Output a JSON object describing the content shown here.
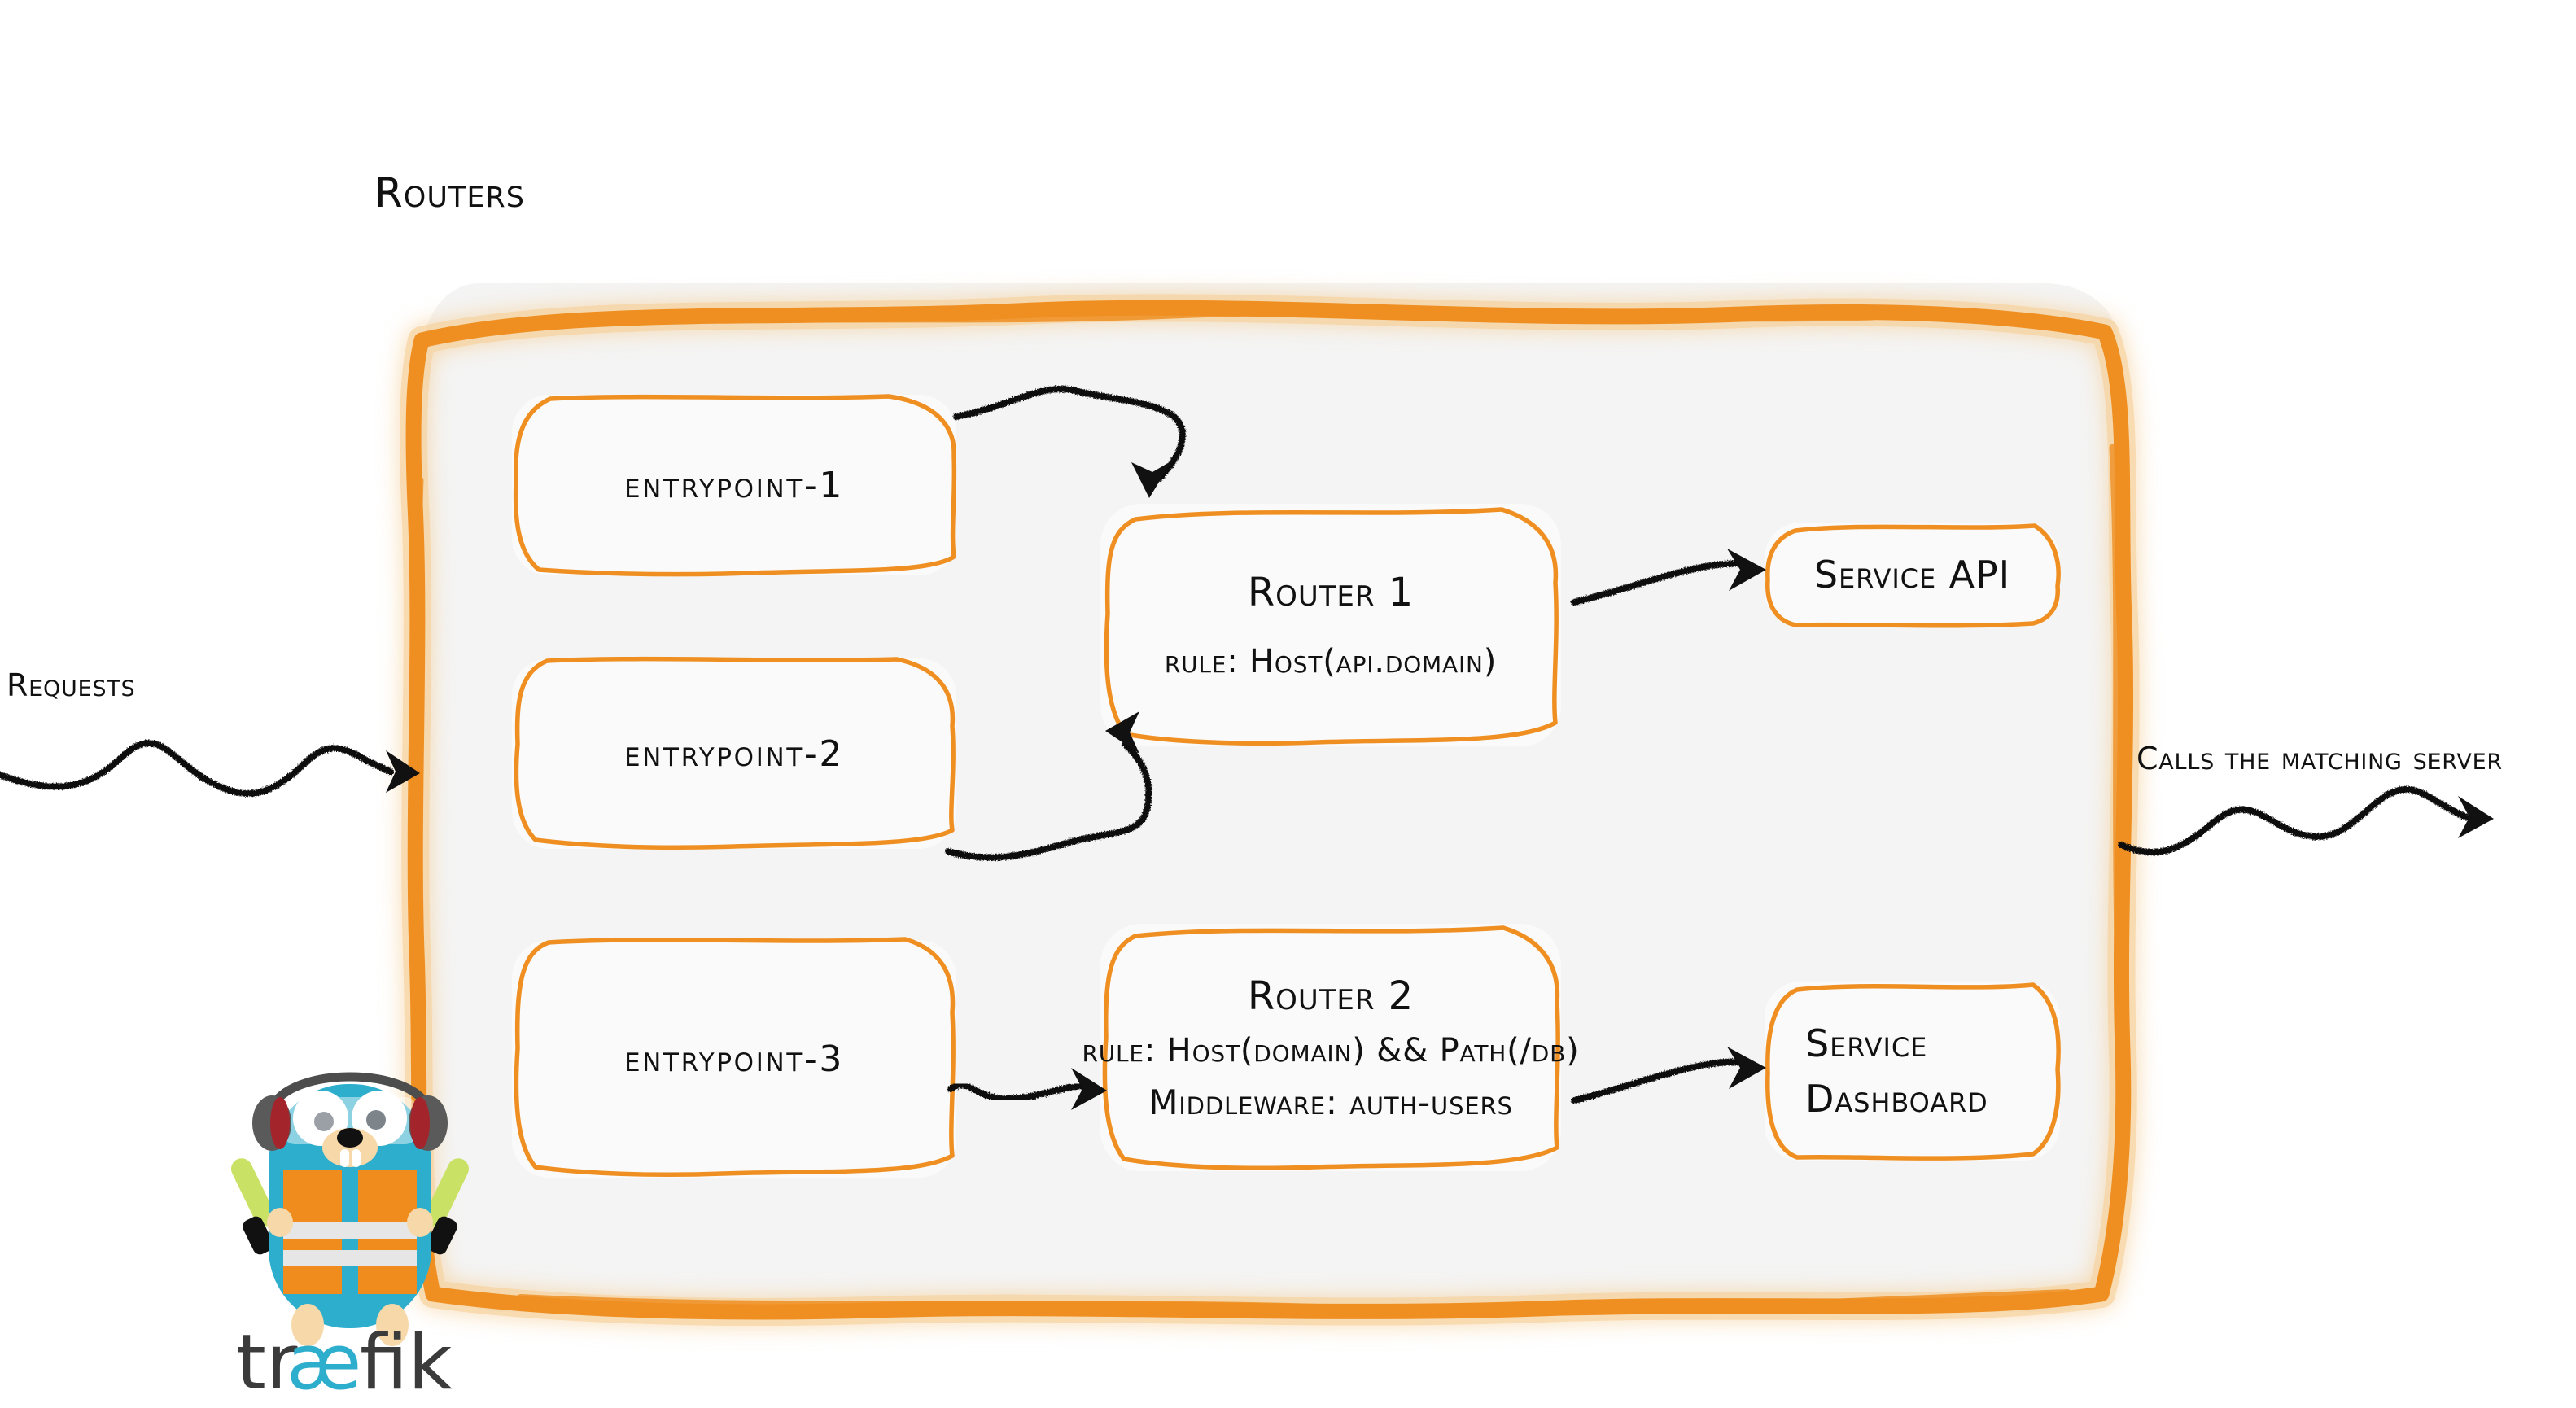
{
  "diagram": {
    "title": "Routers",
    "type": "flow",
    "accent_color": "#ef8f22",
    "panel_fill": "#f4f4f4",
    "ink_color": "#111111",
    "entry_label": "Requests",
    "exit_label": "Calls the matching server"
  },
  "entrypoints": [
    {
      "label": "entrypoint-1"
    },
    {
      "label": "entrypoint-2"
    },
    {
      "label": "entrypoint-3"
    }
  ],
  "routers": [
    {
      "title": "Router 1",
      "rule": "rule: Host(api.domain)",
      "middleware": ""
    },
    {
      "title": "Router 2",
      "rule": "rule: Host(domain) && Path(/db)",
      "middleware": "Middleware: auth-users"
    }
  ],
  "services": [
    {
      "lines": [
        "Service API"
      ]
    },
    {
      "lines": [
        "Service",
        "Dashboard"
      ]
    }
  ],
  "logo": {
    "wordmark_left": "tr",
    "wordmark_ae": "æ",
    "wordmark_right": "fik",
    "mascot": "gopher-mascot",
    "body_color": "#2eaecd",
    "vest_color": "#f08c1d",
    "wand_color": "#c9e265",
    "word_color": "#3b3b3b"
  }
}
